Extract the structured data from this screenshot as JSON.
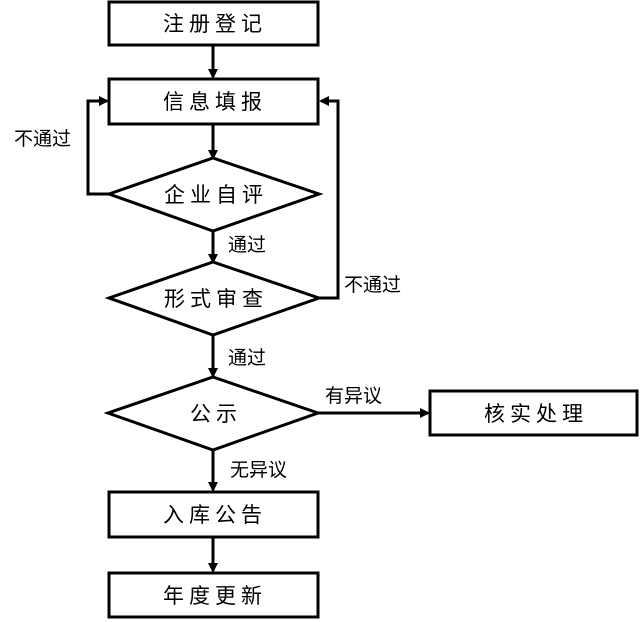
{
  "nodes": {
    "register": "注册登记",
    "fill_info": "信息填报",
    "self_eval": "企业自评",
    "formal_review": "形式审查",
    "publicity": "公示",
    "verify": "核实处理",
    "announce": "入库公告",
    "annual_update": "年度更新"
  },
  "edges": {
    "self_eval_fail": "不通过",
    "self_eval_pass": "通过",
    "review_fail": "不通过",
    "review_pass": "通过",
    "has_objection": "有异议",
    "no_objection": "无异议"
  }
}
